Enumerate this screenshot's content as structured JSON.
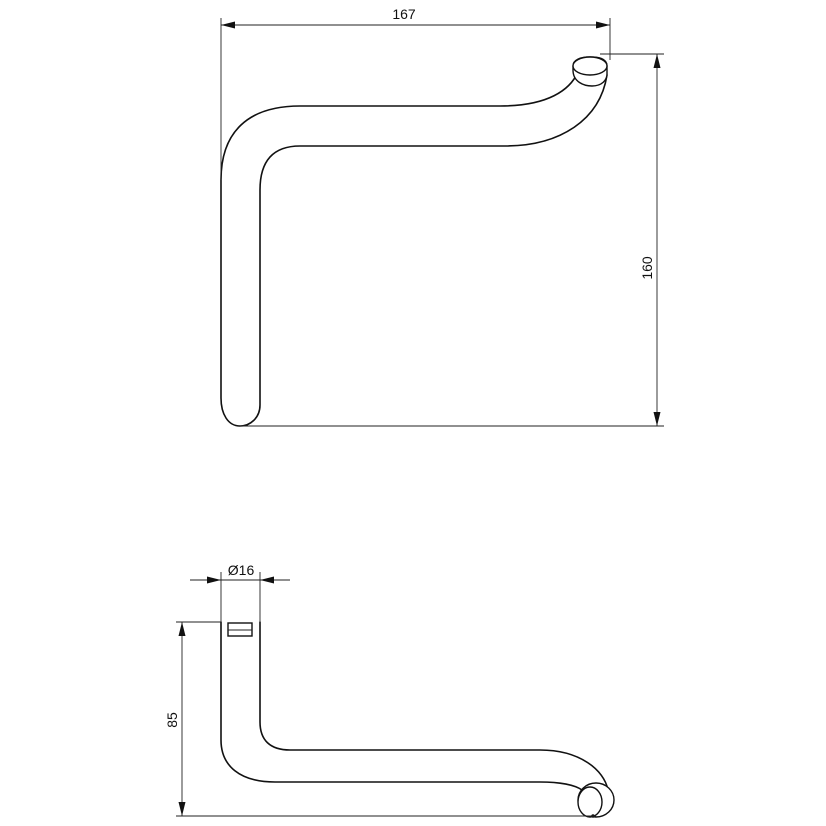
{
  "dimensions": {
    "width_label": "167",
    "height_label": "160",
    "diameter_label": "Ø16",
    "depth_label": "85"
  }
}
